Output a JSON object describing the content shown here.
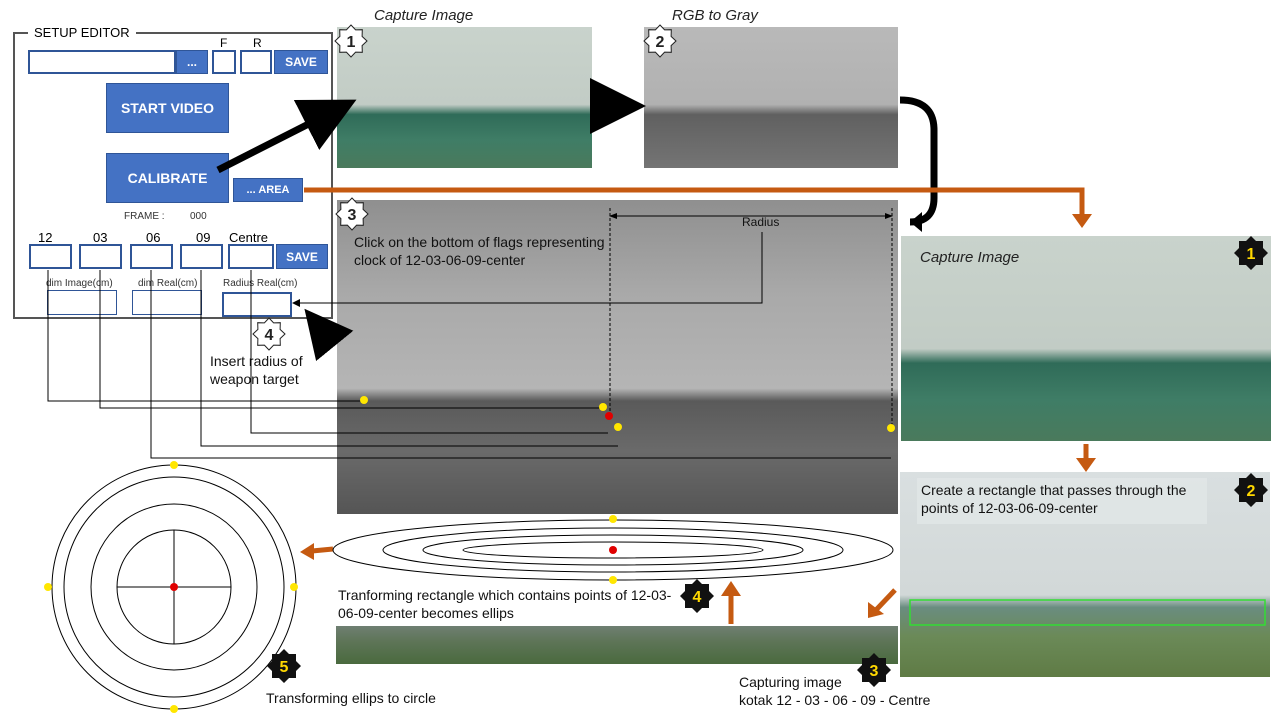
{
  "setup_editor": {
    "title": "SETUP EDITOR",
    "browse_label": "...",
    "f_label": "F",
    "r_label": "R",
    "save_label": "SAVE",
    "start_video_label": "START VIDEO",
    "calibrate_label": "CALIBRATE",
    "area_label": "... AREA",
    "frame_label": "FRAME :",
    "frame_value": "000",
    "clock_labels": [
      "12",
      "03",
      "06",
      "09",
      "Centre"
    ],
    "save2_label": "SAVE",
    "dim_image_label": "dim Image(cm)",
    "dim_real_label": "dim Real(cm)",
    "radius_real_label": "Radius Real(cm)"
  },
  "steps": {
    "top_capture_caption": "Capture Image",
    "top_gray_caption": "RGB to Gray",
    "right_capture_caption": "Capture Image",
    "click_text": "Click on the bottom of flags representing clock of 12-03-06-09-center",
    "radius_label": "Radius",
    "insert_text": "Insert radius of weapon target",
    "rectangle_text": "Create a rectangle that passes through the points of 12-03-06-09-center",
    "ellipse_text": "Tranforming rectangle which contains points of 12-03-06-09-center becomes ellips",
    "capturing_text_1": "Capturing image",
    "capturing_text_2": "kotak 12 - 03 - 06 - 09 - Centre",
    "circle_text": "Transforming ellips to circle"
  },
  "badges": {
    "star_1": "1",
    "star_2": "2",
    "star_3": "3",
    "star_4": "4",
    "dark_1": "1",
    "dark_2": "2",
    "dark_3": "3",
    "dark_4": "4",
    "dark_5": "5"
  },
  "colors": {
    "button_blue": "#4472c4",
    "input_border": "#2f5597",
    "orange_arrow": "#c55a11",
    "black_arrow": "#000000",
    "point_yellow": "#ffe600",
    "point_red": "#e00000",
    "rectangle_green": "#33dd33",
    "badge_yellow_text": "#ffd800"
  },
  "icons": [
    "star-badge-icon",
    "dark-badge-icon",
    "arrow-icon"
  ]
}
